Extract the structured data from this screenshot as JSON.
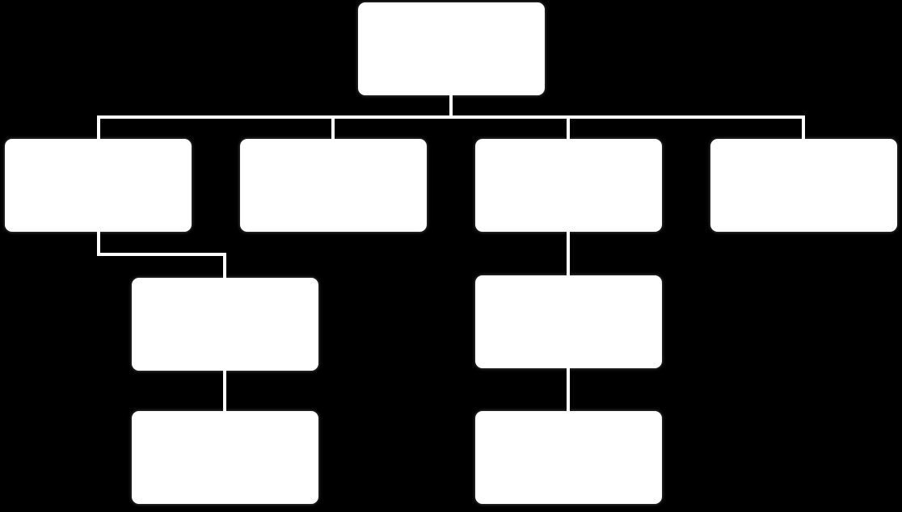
{
  "diagram": {
    "type": "org-chart",
    "background_color": "#000000",
    "box_color": "#ffffff",
    "connector_color": "#ffffff",
    "nodes": [
      {
        "id": "root",
        "label": "",
        "parent": null
      },
      {
        "id": "c1",
        "label": "",
        "parent": "root"
      },
      {
        "id": "c2",
        "label": "",
        "parent": "root"
      },
      {
        "id": "c3",
        "label": "",
        "parent": "root"
      },
      {
        "id": "c4",
        "label": "",
        "parent": "root"
      },
      {
        "id": "c1-1",
        "label": "",
        "parent": "c1"
      },
      {
        "id": "c1-1-1",
        "label": "",
        "parent": "c1-1"
      },
      {
        "id": "c3-1",
        "label": "",
        "parent": "c3"
      },
      {
        "id": "c3-1-1",
        "label": "",
        "parent": "c3-1"
      }
    ]
  }
}
